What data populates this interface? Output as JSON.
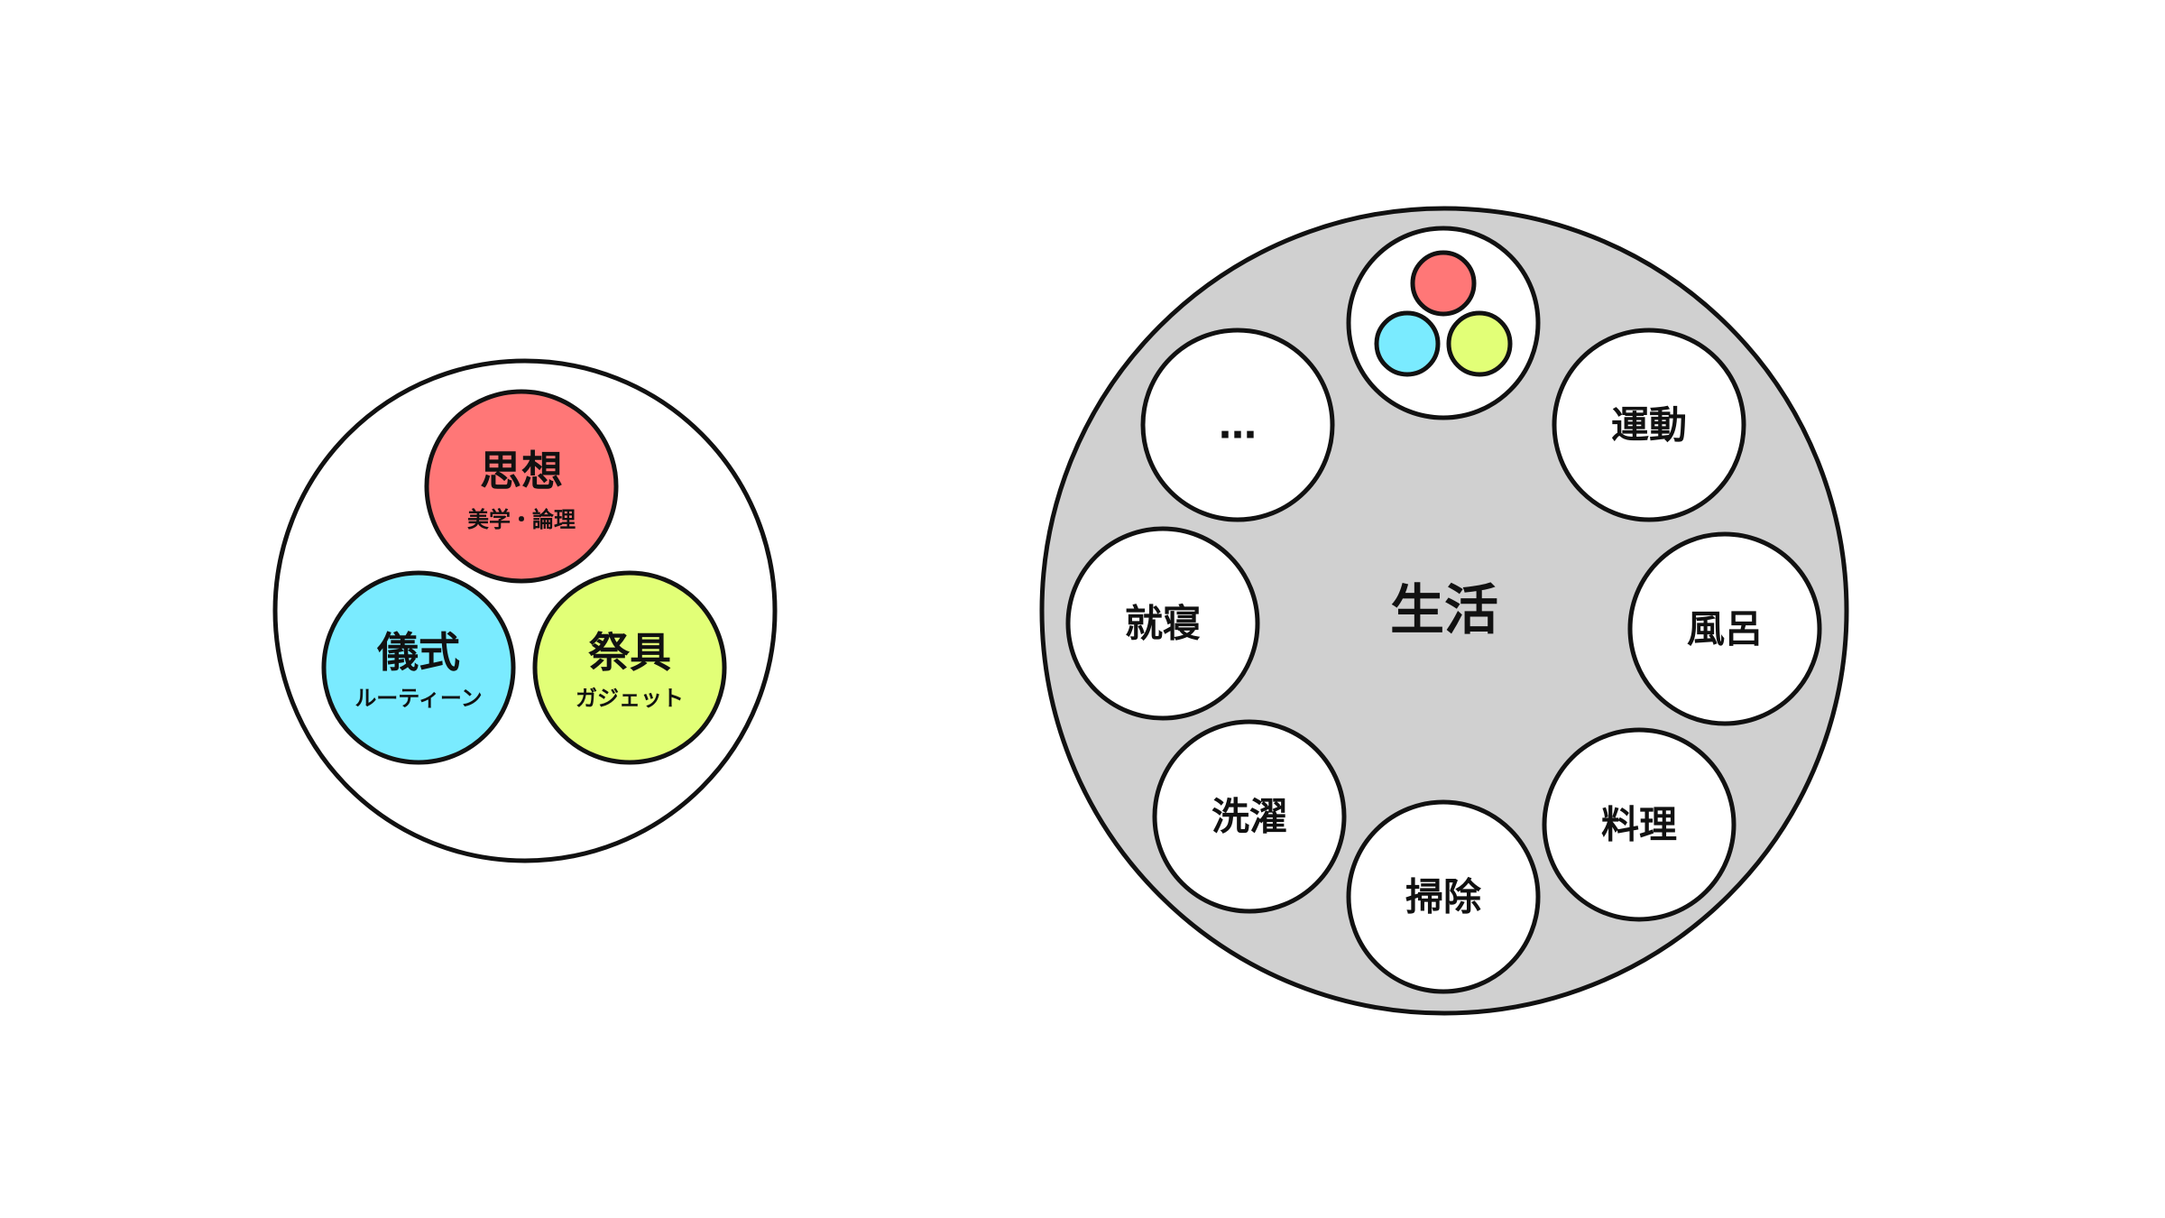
{
  "colors": {
    "thought": "#FF7777",
    "ritual": "#7AEBFF",
    "tools": "#E2FF77",
    "life_bg": "#D0D0D0",
    "stroke": "#111111"
  },
  "left_diagram": {
    "thought": {
      "title": "思想",
      "subtitle": "美学・論理"
    },
    "ritual": {
      "title": "儀式",
      "subtitle": "ルーティーン"
    },
    "tools": {
      "title": "祭具",
      "subtitle": "ガジェット"
    }
  },
  "right_diagram": {
    "center_label": "生活",
    "items": [
      "運動",
      "風呂",
      "料理",
      "掃除",
      "洗濯",
      "就寝",
      "…"
    ]
  }
}
